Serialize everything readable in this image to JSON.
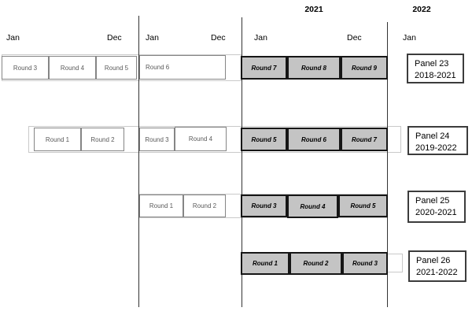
{
  "header": {
    "years": [
      "2021",
      "2022"
    ],
    "months": [
      "Jan",
      "Dec",
      "Jan",
      "Dec",
      "Jan",
      "Dec",
      "Jan"
    ]
  },
  "panels": [
    {
      "name": "Panel 23",
      "period": "2018-2021",
      "rounds": [
        {
          "label": "Round 3",
          "shaded": false
        },
        {
          "label": "Round 4",
          "shaded": false
        },
        {
          "label": "Round 5",
          "shaded": false
        },
        {
          "label": "Round 6",
          "shaded": false
        },
        {
          "label": "Round 7",
          "shaded": true
        },
        {
          "label": "Round 8",
          "shaded": true
        },
        {
          "label": "Round 9",
          "shaded": true
        }
      ]
    },
    {
      "name": "Panel 24",
      "period": "2019-2022",
      "rounds": [
        {
          "label": "Round 1",
          "shaded": false
        },
        {
          "label": "Round 2",
          "shaded": false
        },
        {
          "label": "Round 3",
          "shaded": false
        },
        {
          "label": "Round 4",
          "shaded": false
        },
        {
          "label": "Round 5",
          "shaded": true
        },
        {
          "label": "Round 6",
          "shaded": true
        },
        {
          "label": "Round 7",
          "shaded": true
        }
      ]
    },
    {
      "name": "Panel 25",
      "period": "2020-2021",
      "rounds": [
        {
          "label": "Round 1",
          "shaded": false
        },
        {
          "label": "Round 2",
          "shaded": false
        },
        {
          "label": "Round 3",
          "shaded": true
        },
        {
          "label": "Round 4",
          "shaded": true
        },
        {
          "label": "Round 5",
          "shaded": true
        }
      ]
    },
    {
      "name": "Panel 26",
      "period": "2021-2022",
      "rounds": [
        {
          "label": "Round 1",
          "shaded": true
        },
        {
          "label": "Round 2",
          "shaded": true
        },
        {
          "label": "Round 3",
          "shaded": true
        }
      ]
    }
  ],
  "colors": {
    "shaded_round_fill": "#c4c4c4",
    "shaded_round_border": "#161616",
    "white_round_border": "#858585",
    "track_border": "#c9c9c9",
    "year_line": "#333333"
  }
}
